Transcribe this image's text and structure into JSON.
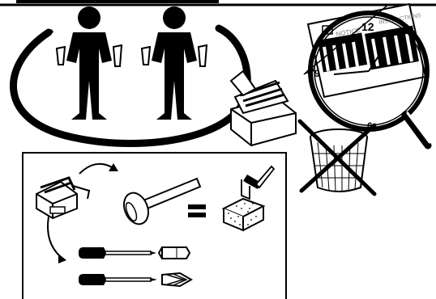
{
  "clock": {
    "top_numeral": "12",
    "left_numeral": "9",
    "bottom_numeral": "6"
  },
  "document": {
    "tab_left": "NOTICE",
    "tab_right": "INSTRUCTIONS"
  },
  "icons": [
    "two-workers-icon",
    "toolbox-icon",
    "clock-magnifier-icon",
    "crossed-wastebasket-icon",
    "mallet-icon",
    "equals-icon",
    "hammer-icon",
    "sanding-block-icon",
    "flat-screwdriver-icon",
    "phillips-screwdriver-icon"
  ],
  "colors": {
    "ink": "#000000",
    "paper": "#ffffff",
    "grey": "#7a7a7a"
  }
}
